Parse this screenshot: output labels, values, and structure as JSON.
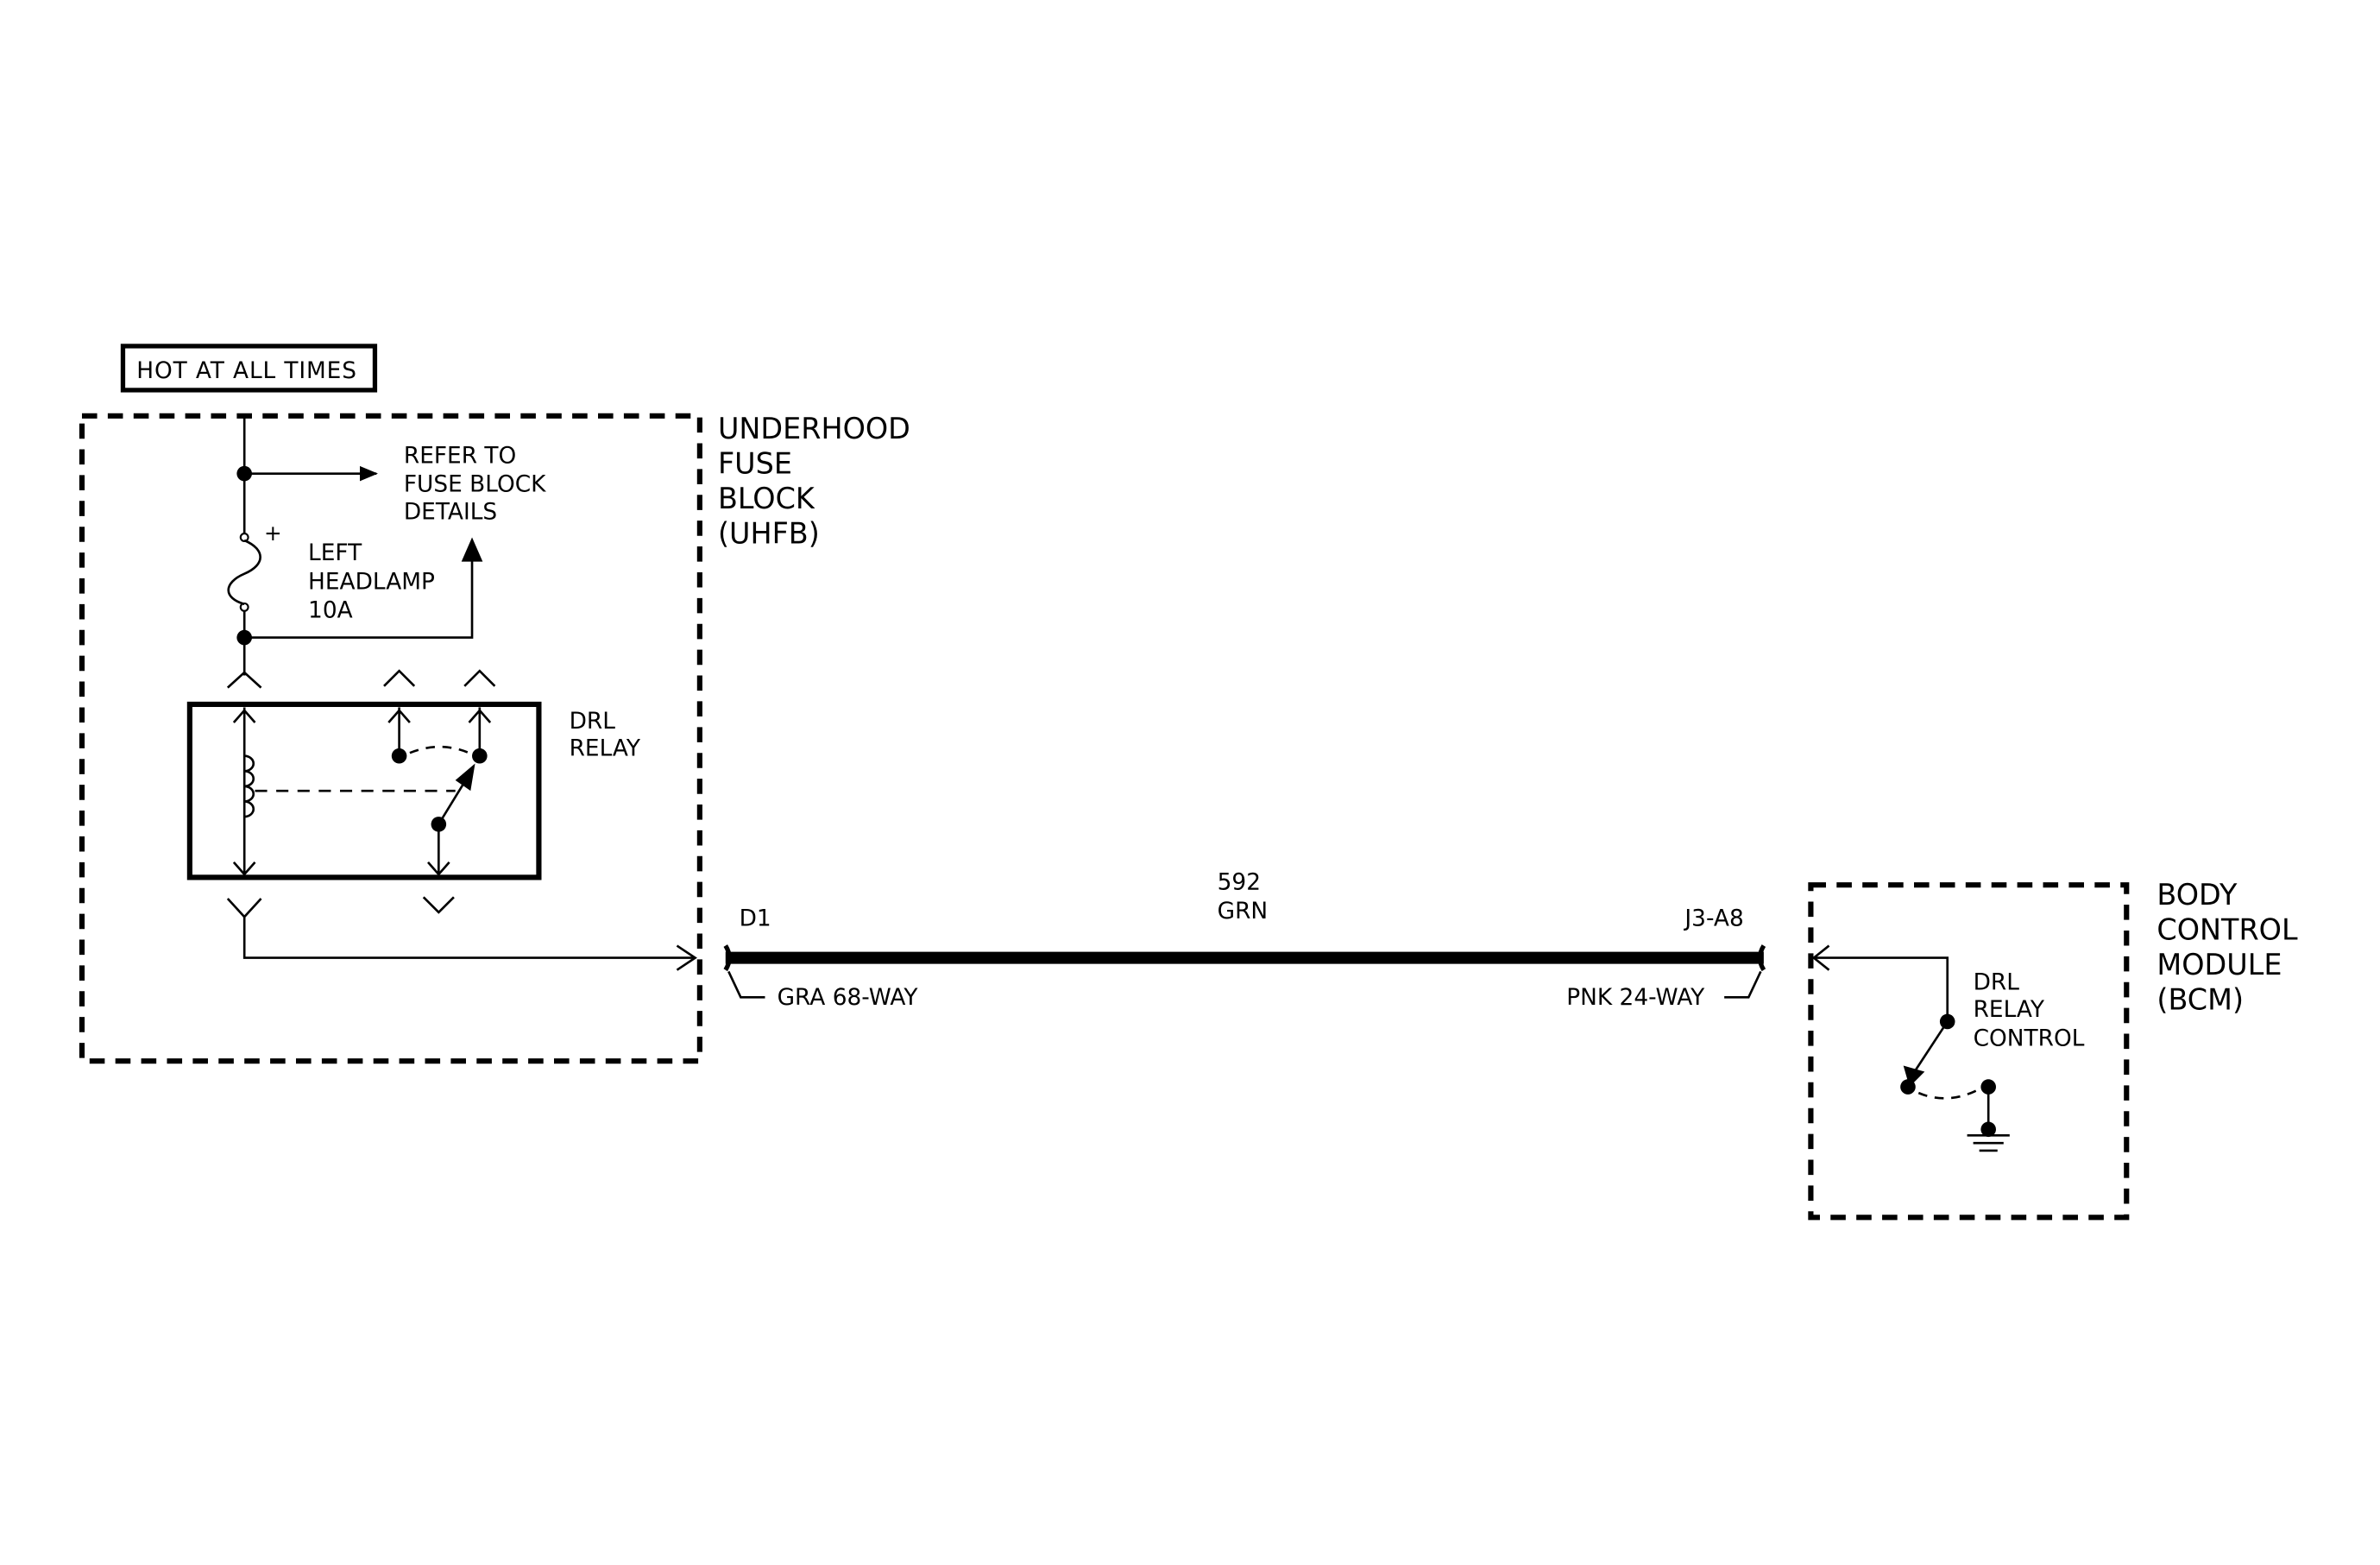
{
  "colors": {
    "ink": "#000000",
    "background": "#ffffff"
  },
  "power_label": "HOT AT ALL TIMES",
  "uhfb": {
    "name_lines": [
      "UNDERHOOD",
      "FUSE",
      "BLOCK",
      "(UHFB)"
    ],
    "refer_lines": [
      "REFER TO",
      "FUSE BLOCK",
      "DETAILS"
    ],
    "fuse_polarity": "+",
    "fuse_lines": [
      "LEFT",
      "HEADLAMP",
      "10A"
    ],
    "relay_lines": [
      "DRL",
      "RELAY"
    ]
  },
  "wire": {
    "circuit": "592",
    "color": "GRN",
    "left_pin": "D1",
    "left_connector": "GRA 68-WAY",
    "right_pin": "J3-A8",
    "right_connector": "PNK 24-WAY"
  },
  "bcm": {
    "name_lines": [
      "BODY",
      "CONTROL",
      "MODULE",
      "(BCM)"
    ],
    "switch_lines": [
      "DRL",
      "RELAY",
      "CONTROL"
    ]
  }
}
